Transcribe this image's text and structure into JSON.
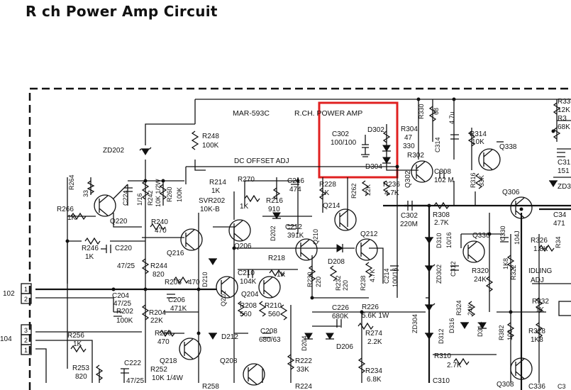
{
  "title": "R ch Power Amp Circuit",
  "board_label": "MAR-593C",
  "board_section": "R.CH. POWER AMP",
  "highlight_color": "#e02020",
  "labels": {
    "dc_offset": "DC OFFSET ADJ",
    "idling": "IDLING",
    "idling_adj": "ADJ",
    "R248": "R248",
    "R248_v": "100K",
    "ZD202": "ZD202",
    "R264": "R264",
    "R264_v": "33",
    "C224": "C224",
    "C224_v": "1/16",
    "R242": "R242",
    "R242_v": "10K 1/2W",
    "R260": "R260",
    "R260_v": "100K",
    "R266": "R266",
    "R266_v": "1K",
    "Q220": "Q220",
    "R214": "R214",
    "R214_v": "1K",
    "SVR202": "SVR202",
    "SVR202_v": "10K-B",
    "R270": "R270",
    "R270_v": "1K",
    "R216": "R216",
    "R216_v": "910",
    "C216": "C216",
    "C216_v": "474",
    "R228": "R228",
    "R228_v": "1K",
    "R262": "R262",
    "R262_v": "22K",
    "R236": "R236",
    "R236_v": "4.7K",
    "C302": "C302",
    "C302_v": "100/100",
    "D302": "D302",
    "D304": "D304",
    "R304": "R304",
    "R304_v": "47",
    "R306": "330",
    "R302": "R302",
    "R330": "R330",
    "R330_v": "68",
    "C314": "C314",
    "C314_v": "4.7u",
    "R314": "R314",
    "R314_v": "10K",
    "Q338": "Q338",
    "R316": "R316",
    "R316_v": "33K",
    "Q306": "Q306",
    "C308": "C308",
    "C308_v": "102 M",
    "Q302": "Q302",
    "C302b": "C302",
    "C302b_v": "220M",
    "R308": "R308",
    "R308_v": "2.7K",
    "R240": "R240",
    "R240_v": "470",
    "R246": "R246",
    "R246_v": "1K",
    "C220": "C220",
    "C220_v": "47/25",
    "R244": "R244",
    "R244_v": "820",
    "Q216": "Q216",
    "D210": "D210",
    "Q206": "Q206",
    "D202": "D202",
    "C212": "C212",
    "C212_v": "391K",
    "Q210": "Q210",
    "Q214": "Q214",
    "D208": "D208",
    "Q212": "Q212",
    "R218": "R218",
    "R218_v": "1K",
    "C210": "C210",
    "C210_v": "104K",
    "Q204": "Q204",
    "Q202": "Q202",
    "R206": "R206",
    "R206_v": "470",
    "C204": "C204",
    "C204_v": "47/25",
    "R202": "R202",
    "R202_v": "100K",
    "C206": "C206",
    "C206_v": "471K",
    "R204": "R204",
    "R204_v": "22K",
    "R208": "R208",
    "R208_v": "560",
    "R210": "R210",
    "R210_v": "560",
    "R230": "R230",
    "R230_v": "220",
    "R232": "R232",
    "R232_v": "220",
    "R238": "R238",
    "R238_v": "4.7K",
    "C214": "C214",
    "C214_v": "100/16",
    "D310": "D310",
    "ZD302": "ZD302",
    "C312": "C312",
    "C312_v": "10/16",
    "Q336": "Q336",
    "R320": "R320",
    "R320_v": "24K",
    "C330": "C330",
    "C330_v": "104J",
    "R326": "R326",
    "R326_v": "1.8K",
    "R322": "R322",
    "R322_v": "1K8",
    "R332": "R332",
    "R332_v": "1K",
    "C226": "C226",
    "C226_v": "680K",
    "R226": "R226",
    "R226_v": "5.6K 1W",
    "R274": "R274",
    "R274_v": "2.2K",
    "ZD304": "ZD304",
    "D316": "D316",
    "R324": "R324",
    "R324_v": "24K",
    "D314": "D314",
    "R382": "R382",
    "R382_v": "100",
    "R328": "R328",
    "R328_v": "1K8",
    "R310": "R310",
    "R310_v": "2.7K",
    "D312": "D312",
    "C310": "C310",
    "Q308": "Q308",
    "C336": "C336",
    "R256": "R256",
    "R256_v": "1K",
    "R250": "R250",
    "R250_v": "470",
    "Q218": "Q218",
    "D212": "D212",
    "C208": "C208",
    "C208_v": "680/63",
    "D204": "D204",
    "D206": "D206",
    "R222": "R222",
    "R222_v": "33K",
    "R224": "R224",
    "R234": "R234",
    "R234_v": "6.8K",
    "Q208": "Q208",
    "R253": "R253",
    "R253_v": "820",
    "C222": "C222",
    "C222_v": "47/25",
    "R252": "R252",
    "R252_v": "10K 1/4W",
    "R258": "R258",
    "conn102": "102",
    "conn104": "104",
    "pin1": "1",
    "pin2": "2",
    "pin3": "3",
    "edge_R33": "R33",
    "edge_12K": "12K",
    "edge_R3": "R3",
    "edge_68K": "68K",
    "edge_C31": "C31",
    "edge_151": "151",
    "edge_ZD3": "ZD3",
    "edge_C34": "C34",
    "edge_471": "471",
    "edge_R34": "R34",
    "edge_C3": "C3"
  }
}
